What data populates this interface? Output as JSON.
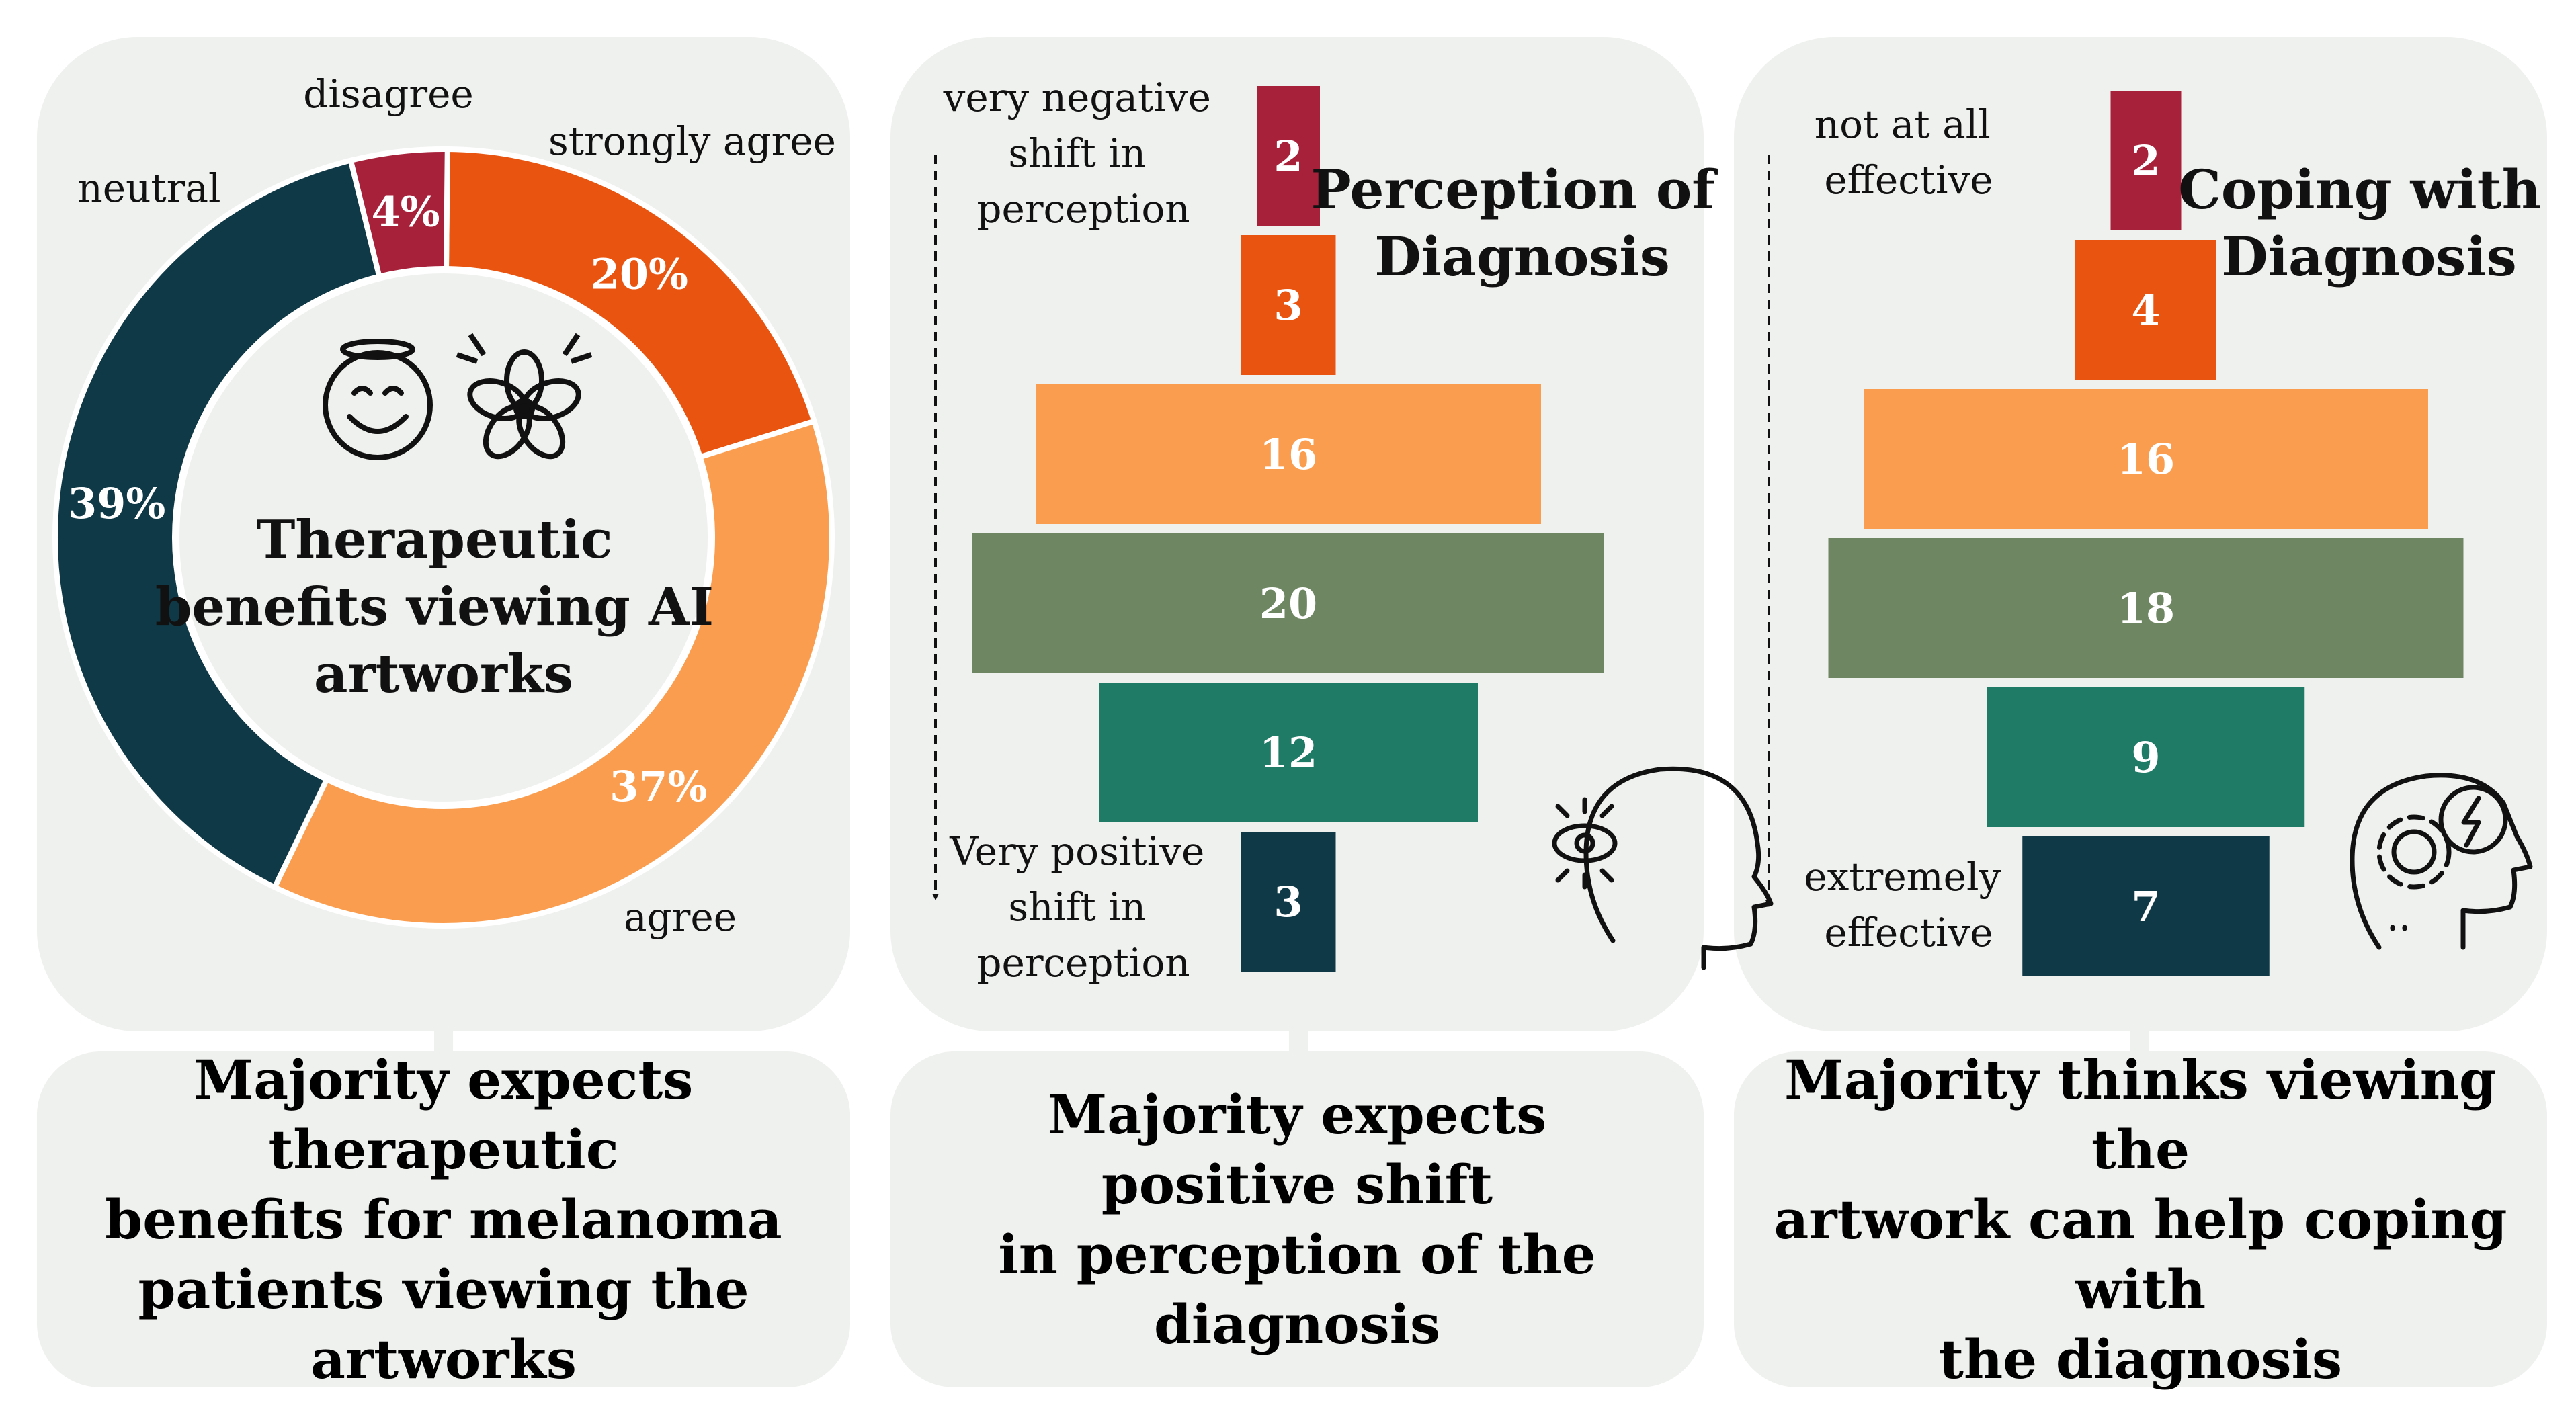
{
  "colors": {
    "dark_red": "#a8213a",
    "dark_orange": "#e95510",
    "light_orange": "#fb9d4e",
    "olive_green": "#6e8762",
    "teal": "#1f7a66",
    "navy": "#0f3947",
    "panel_bg": "#eff1ee"
  },
  "icons": [
    "smiling-face-icon",
    "flower-icon",
    "mind-eye-icon",
    "head-gear-icon"
  ],
  "chart_data": [
    {
      "type": "pie",
      "variant": "donut",
      "center_title": [
        "Therapeutic",
        "benefits viewing AI",
        "artworks"
      ],
      "slices": [
        {
          "name": "strongly agree",
          "value": 20,
          "label": "20%",
          "color": "#e95510"
        },
        {
          "name": "agree",
          "value": 37,
          "label": "37%",
          "color": "#fb9d4e"
        },
        {
          "name": "neutral",
          "value": 39,
          "label": "39%",
          "color": "#0f3947"
        },
        {
          "name": "disagree",
          "value": 4,
          "label": "4%",
          "color": "#a8213a"
        }
      ]
    },
    {
      "type": "bar",
      "orientation": "funnel",
      "title": [
        "Perception of",
        "Diagnosis"
      ],
      "top_label": [
        "very negative",
        "shift in",
        "perception"
      ],
      "bottom_label": [
        "Very positive",
        "shift in",
        "perception"
      ],
      "values": [
        2,
        3,
        16,
        20,
        12,
        3
      ],
      "labels": [
        "2",
        "3",
        "16",
        "20",
        "12",
        "3"
      ],
      "colors": [
        "#a8213a",
        "#e95510",
        "#fb9d4e",
        "#6e8762",
        "#1f7a66",
        "#0f3947"
      ]
    },
    {
      "type": "bar",
      "orientation": "funnel",
      "title": [
        "Coping with",
        "Diagnosis"
      ],
      "top_label": [
        "not at all",
        "effective"
      ],
      "bottom_label": [
        "extremely",
        "effective"
      ],
      "values": [
        2,
        4,
        16,
        18,
        9,
        7
      ],
      "labels": [
        "2",
        "4",
        "16",
        "18",
        "9",
        "7"
      ],
      "colors": [
        "#a8213a",
        "#e95510",
        "#fb9d4e",
        "#6e8762",
        "#1f7a66",
        "#0f3947"
      ]
    }
  ],
  "captions": [
    [
      "Majority expects therapeutic",
      "benefits for melanoma",
      "patients viewing the artworks"
    ],
    [
      "Majority expects positive shift",
      "in perception of the diagnosis"
    ],
    [
      "Majority thinks viewing the",
      "artwork can help coping with",
      "the diagnosis"
    ]
  ]
}
